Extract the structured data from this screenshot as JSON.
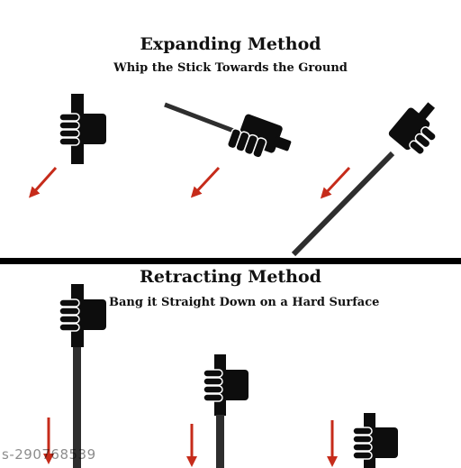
{
  "expanding": {
    "title": "Expanding Method",
    "subtitle": "Whip the Stick Towards the Ground"
  },
  "retracting": {
    "title": "Retracting Method",
    "subtitle": "Bang it Straight Down on a Hard Surface"
  },
  "watermark": "s-290768539",
  "colors": {
    "arrow": "#c62b1a",
    "ink": "#0d0d0d",
    "stick": "#2e2e2e"
  },
  "icons": [
    "hand-grip-icon",
    "baton-icon",
    "arrow-down-left-icon",
    "arrow-down-icon"
  ]
}
